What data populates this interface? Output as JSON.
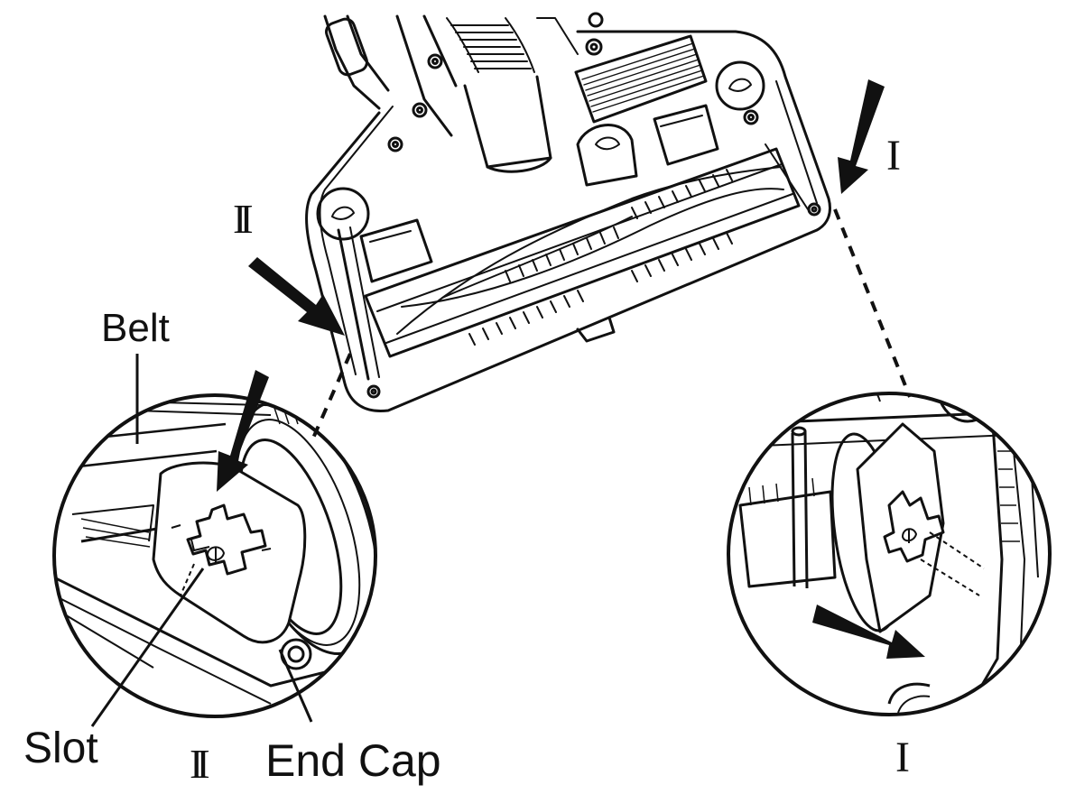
{
  "labels": {
    "belt": "Belt",
    "slot": "Slot",
    "end_cap": "End Cap",
    "marker_left_top": "II",
    "marker_left_bottom": "II",
    "marker_right_top": "I",
    "marker_right_bottom": "I"
  },
  "colors": {
    "line": "#111111",
    "background": "#ffffff"
  },
  "icons": {
    "arrow": "arrow-icon"
  }
}
